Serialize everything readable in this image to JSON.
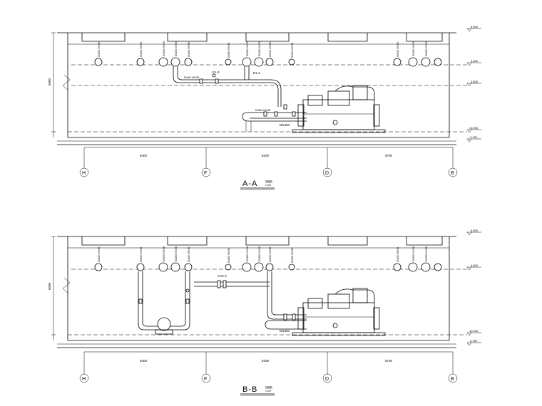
{
  "sections": [
    {
      "id": "a",
      "title": "A-A",
      "subtitle_line1": "剖面图",
      "subtitle_line2": "1:100",
      "height_dim": "6000",
      "levels": [
        "6.900",
        "4.600",
        "3.500",
        "±0.000",
        "-0.300"
      ],
      "dims": [
        "8400",
        "8400",
        "8700"
      ],
      "axes": [
        "H",
        "F",
        "D",
        "B"
      ],
      "pipe_labels": [
        "DN400 XHG50",
        "DN400 XHG50",
        "DN250 XHG50",
        "DN250 XHG50",
        "DN200 XHG50",
        "DN200 XHG50",
        "DN200 XHG50",
        "DN200 XHG50",
        "DN250 XHG50",
        "DN250 XHG50",
        "DN250 XHG50",
        "DN250 XHG50",
        "DN250 XHG50"
      ],
      "notes": [
        "DN450 XHG50",
        "DN450 XHG50",
        "DN450",
        "E1-3",
        "E1-3"
      ]
    },
    {
      "id": "b",
      "title": "B-B",
      "subtitle_line1": "剖面图",
      "subtitle_line2": "1:100",
      "height_dim": "6000",
      "levels": [
        "6.900",
        "4.600",
        "±0.000",
        "-0.300"
      ],
      "dims": [
        "8400",
        "8400",
        "8700"
      ],
      "axes": [
        "H",
        "F",
        "D",
        "B"
      ],
      "pipe_labels": [
        "DN400 XHG50",
        "DN400 XHG50",
        "DN250 XHG50",
        "DN250 XHG50",
        "DN200 XHG50",
        "DN200 XHG50",
        "DN200 XHG50",
        "DN200 XHG50",
        "DN250 XHG50",
        "DN250 XHG50",
        "DN250 XHG50",
        "DN250 XHG50",
        "DN250 XHG50"
      ],
      "notes": [
        "CV2-2",
        "DN450"
      ]
    }
  ]
}
